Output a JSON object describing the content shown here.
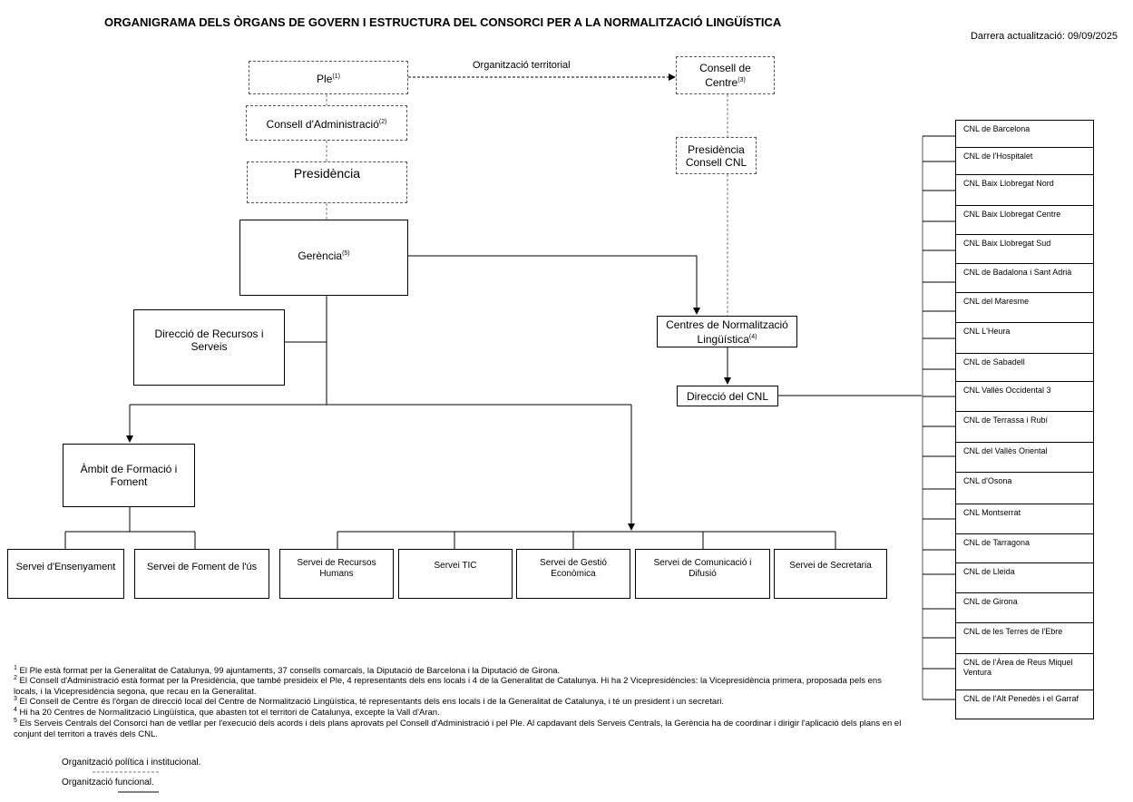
{
  "title": "ORGANIGRAMA DELS ÒRGANS DE GOVERN I ESTRUCTURA DEL CONSORCI PER A LA NORMALITZACIÓ LINGÜÍSTICA",
  "last_update": "Darrera actualització: 09/09/2025",
  "nodes": {
    "ple": "Ple",
    "ple_sup": "(1)",
    "consell_admin": "Consell d'Administració",
    "consell_admin_sup": "(2)",
    "presidencia": "Presidència",
    "gerencia": "Gerència",
    "gerencia_sup": "(5)",
    "consell_centre": "Consell de Centre",
    "consell_centre_sup": "(3)",
    "presidencia_cnl": "Presidència Consell CNL",
    "centres_nl": "Centres de Normalització Lingüística",
    "centres_nl_sup": "(4)",
    "direccio_cnl": "Direcció del CNL",
    "direccio_recursos": "Direcció de Recursos i Serveis",
    "ambit_formacio": "Àmbit de Formació i Foment",
    "org_territorial": "Organització territorial"
  },
  "serveis": [
    "Servei d'Ensenyament",
    "Servei de Foment de l'ús",
    "Servei de Recursos Humans",
    "Servei TIC",
    "Servei de Gestió Econòmica",
    "Servei de Comunicació i Difusió",
    "Servei de Secretaria"
  ],
  "cnls": [
    "CNL de Barcelona",
    "CNL de l'Hospitalet",
    "CNL Baix Llobregat Nord",
    "CNL Baix Llobregat Centre",
    "CNL Baix Llobregat Sud",
    "CNL de Badalona i Sant Adrià",
    "CNL del Maresme",
    "CNL L'Heura",
    "CNL de Sabadell",
    "CNL Vallès Occidental 3",
    "CNL de Terrassa i Rubí",
    "CNL del Vallès Oriental",
    "CNL d'Osona",
    "CNL Montserrat",
    "CNL de Tarragona",
    "CNL de Lleida",
    "CNL de Girona",
    "CNL de les Terres de l'Ebre",
    "CNL de l'Àrea de Reus Miquel Ventura",
    "CNL de l'Alt Penedès i el Garraf"
  ],
  "footnotes": [
    {
      "n": "1",
      "text": "El Ple està format per la Generalitat de Catalunya, 99 ajuntaments, 37 consells comarcals, la Diputació de Barcelona i la Diputació de Girona."
    },
    {
      "n": "2",
      "text": "El Consell d'Administració està format per la Presidència, que també presideix el Ple, 4 representants dels ens locals i 4 de la Generalitat de Catalunya. Hi ha 2 Vicepresidències: la Vicepresidència primera, proposada pels ens locals, i la Vicepresidència segona, que recau en la Generalitat."
    },
    {
      "n": "3",
      "text": "El Consell de Centre és l'òrgan de direcció local del Centre de Normalització Lingüística, té representants dels ens locals i de la Generalitat de Catalunya, i té un president i un secretari."
    },
    {
      "n": "4",
      "text": "Hi ha 20 Centres de Normalització Lingüística, que abasten tot el territori de Catalunya, excepte la Vall d'Aran."
    },
    {
      "n": "5",
      "text": "Els Serveis Centrals del Consorci han de vetllar per l'execució dels acords i dels plans aprovats pel Consell d'Administració i pel Ple. Al capdavant dels Serveis Centrals, la Gerència ha de coordinar i dirigir l'aplicació dels plans en el conjunt del territori a través dels CNL."
    }
  ],
  "legend": {
    "political": "Organització política i institucional.",
    "functional": "Organització funcional."
  }
}
